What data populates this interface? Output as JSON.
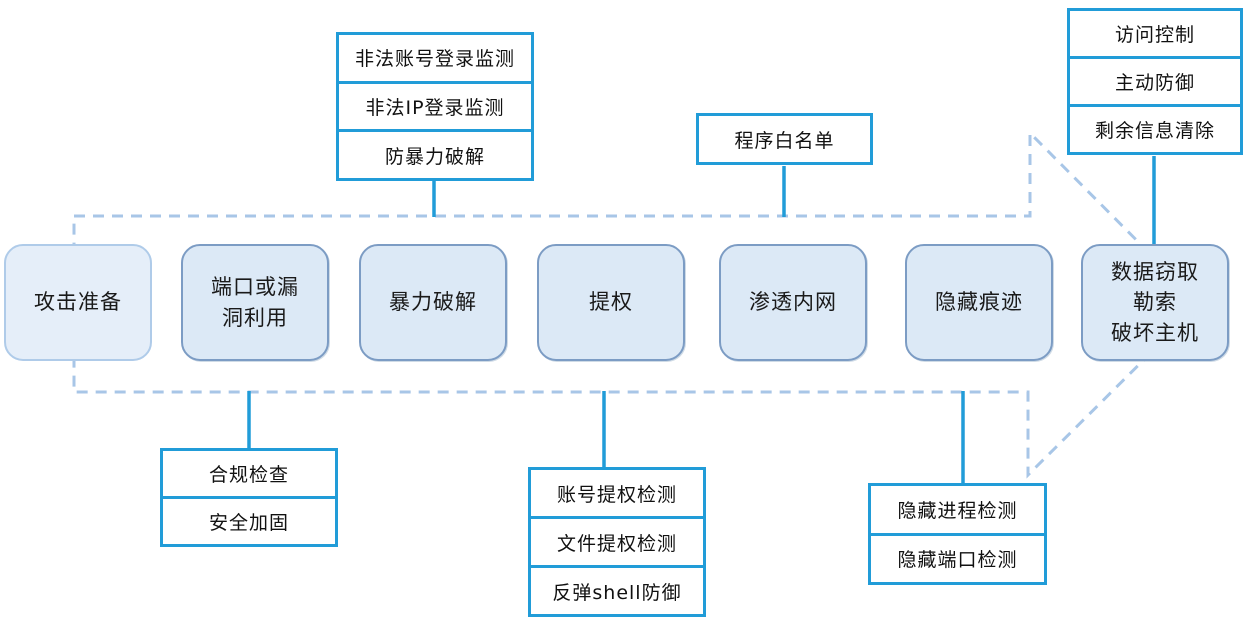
{
  "diagram": {
    "title_hint": "attack-chain-with-defenses",
    "attack_chain": [
      {
        "label": "攻击准备"
      },
      {
        "label": "端口或漏\n洞利用"
      },
      {
        "label": "暴力破解"
      },
      {
        "label": "提权"
      },
      {
        "label": "渗透内网"
      },
      {
        "label": "隐藏痕迹"
      },
      {
        "label": "数据窃取\n勒索\n破坏主机"
      }
    ],
    "defense_groups": {
      "login_monitor": [
        "非法账号登录监测",
        "非法IP登录监测",
        "防暴力破解"
      ],
      "whitelist": [
        "程序白名单"
      ],
      "access_control": [
        "访问控制",
        "主动防御",
        "剩余信息清除"
      ],
      "compliance": [
        "合规检查",
        "安全加固"
      ],
      "privilege": [
        "账号提权检测",
        "文件提权检测",
        "反弹shell防御"
      ],
      "hidden": [
        "隐藏进程检测",
        "隐藏端口检测"
      ]
    },
    "colors": {
      "solid_connector_blue": "#219cd8",
      "dashed_arrow_blue": "#a8c6e7",
      "chain_fill": "#dce9f6",
      "chain_border": "#7c9cc4",
      "chain_first_fill": "#e5eef9",
      "chain_first_border": "#afcbe9",
      "text": "#111111"
    }
  }
}
